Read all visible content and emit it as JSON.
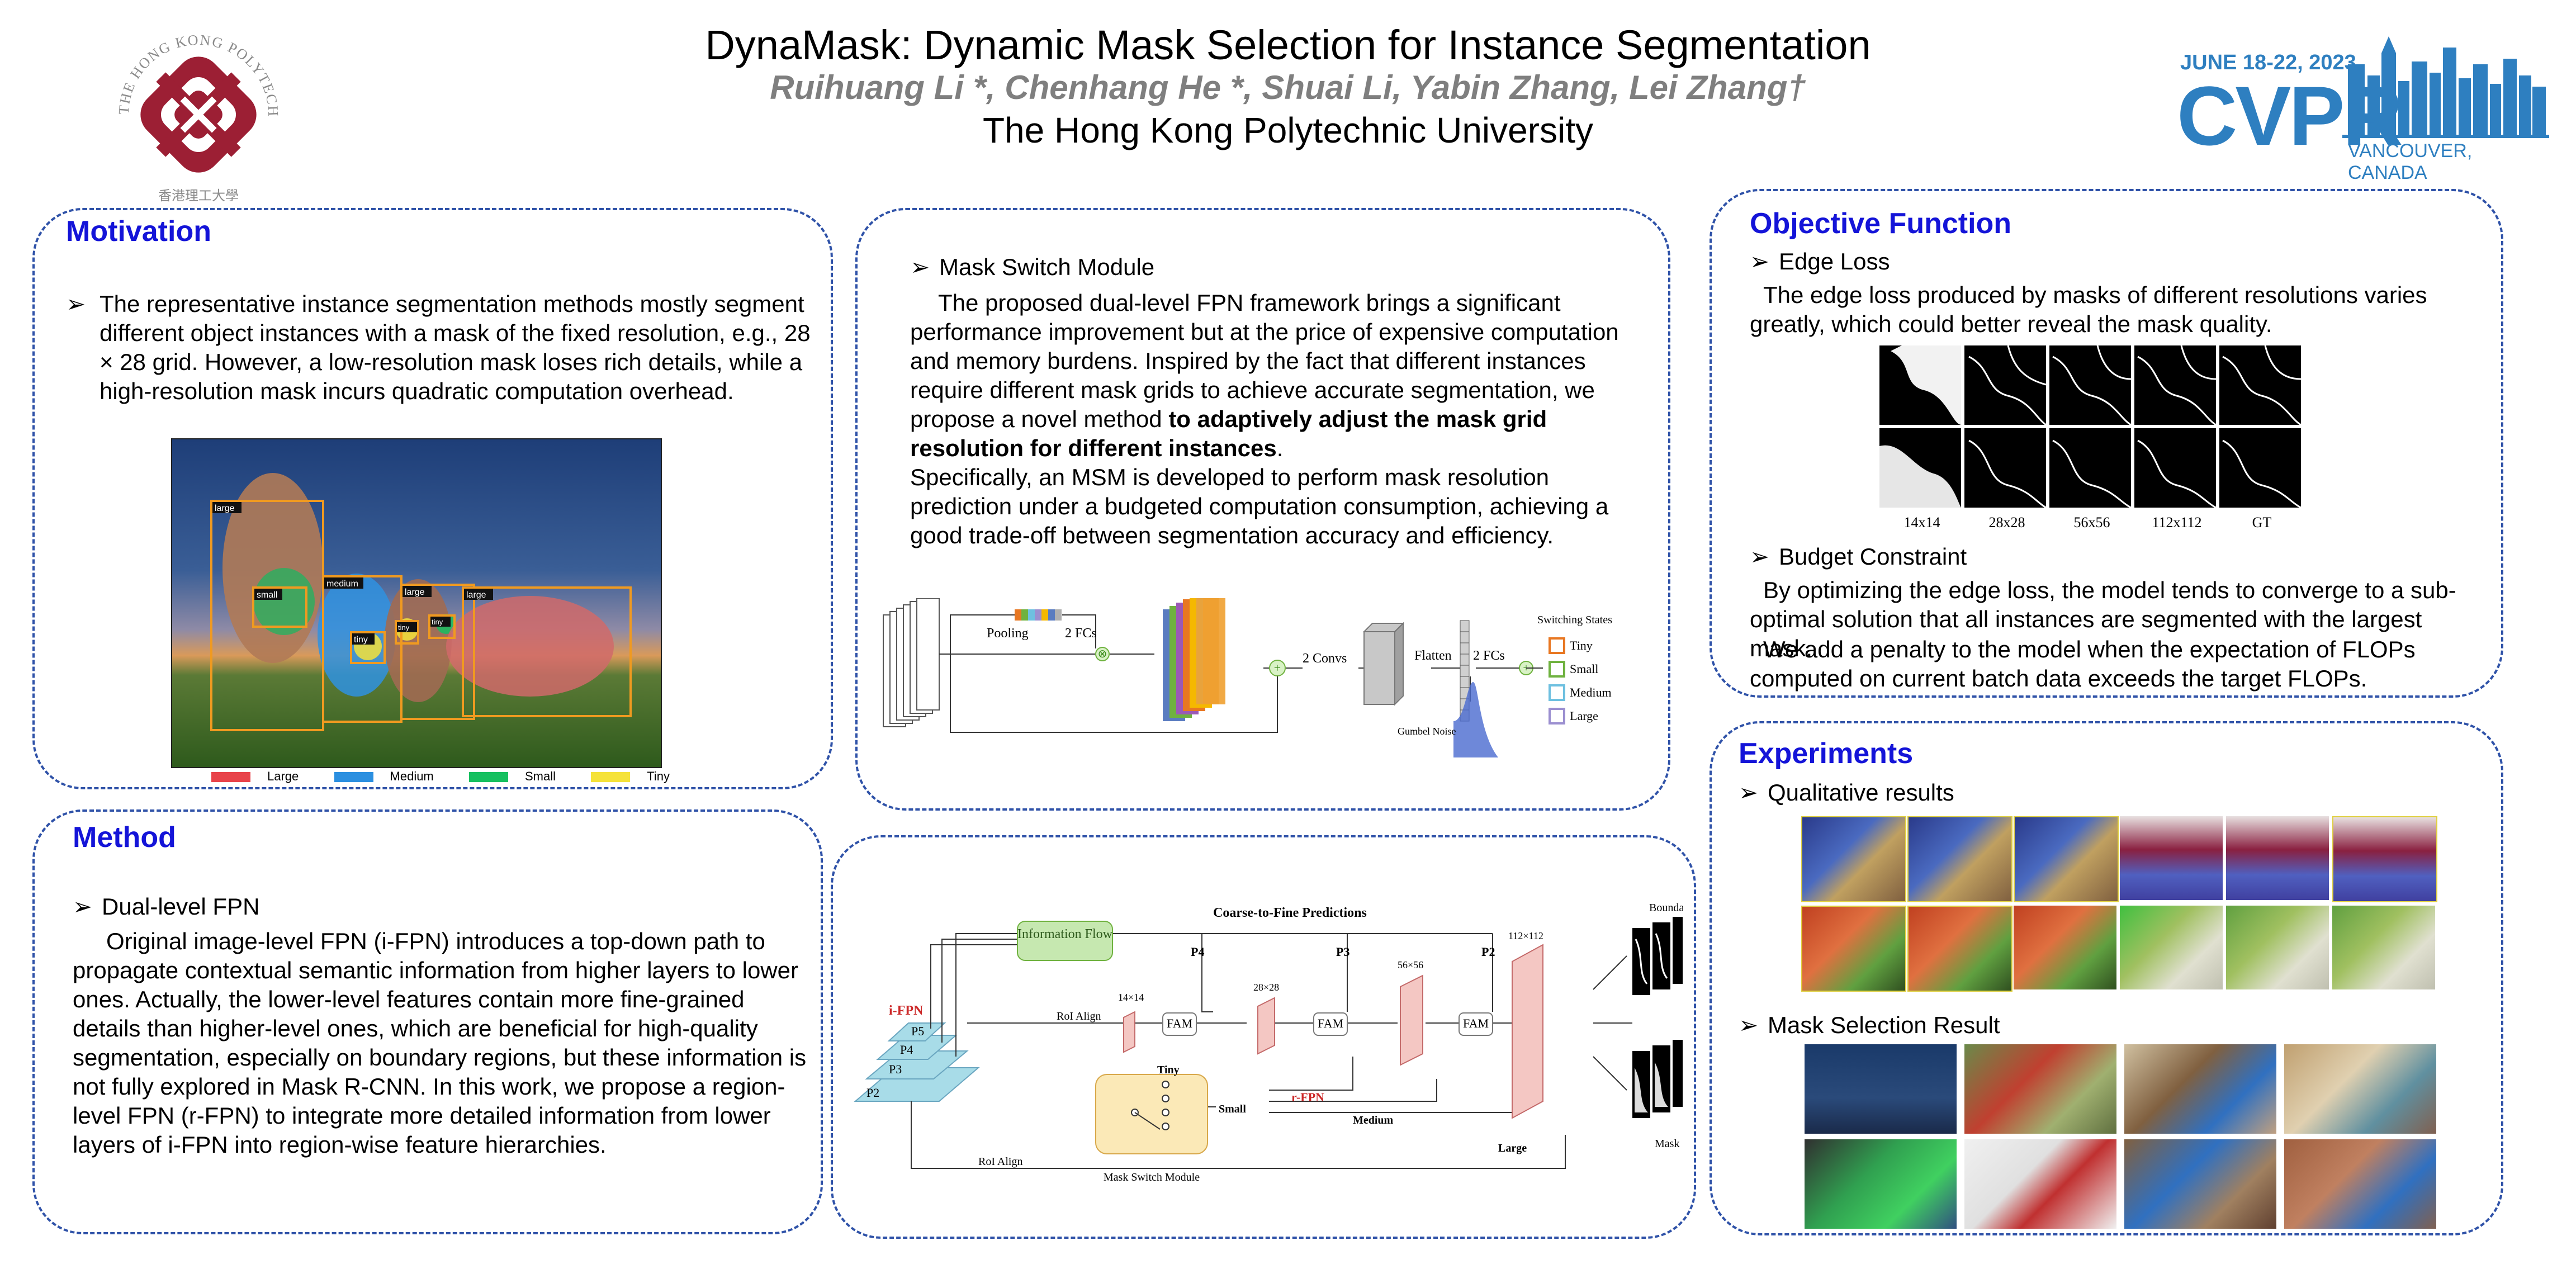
{
  "header": {
    "title": "DynaMask: Dynamic Mask Selection for Instance Segmentation",
    "authors": "Ruihuang Li *, Chenhang He *, Shuai Li, Yabin Zhang, Lei Zhang†",
    "affiliation": "The Hong Kong Polytechnic University",
    "logo_left_text": "THE HONG KONG POLYTECHNIC UNIVERSITY",
    "logo_left_chinese": "香港理工大學",
    "cvpr_dates": "JUNE 18-22, 2023",
    "cvpr_name": "CVPR",
    "cvpr_location": "VANCOUVER, CANADA"
  },
  "motivation": {
    "title": "Motivation",
    "bullet_arrow": "➢",
    "text": "The representative instance segmentation methods mostly segment different object instances with a mask of the fixed resolution, e.g., 28 × 28 grid. However, a low-resolution mask loses rich details, while a high-resolution mask incurs quadratic computation overhead.",
    "box_labels": [
      "large",
      "medium",
      "large",
      "large",
      "small",
      "tiny",
      "tiny",
      "tiny"
    ],
    "legend": [
      "Large",
      "Medium",
      "Small",
      "Tiny"
    ],
    "legend_colors": [
      "#e8434a",
      "#2b8fe0",
      "#16c060",
      "#f5e23a"
    ]
  },
  "mask_switch": {
    "heading": "Mask Switch Module",
    "para1_start": "The proposed dual-level FPN framework brings a significant performance improvement but at the price of expensive computation and memory burdens. Inspired by the fact that different instances require different mask grids to achieve accurate segmentation, we propose a novel method ",
    "para1_bold": "to adaptively adjust the mask grid resolution for different instances",
    "para1_end": ".",
    "para2": "Specifically, an MSM is developed to perform mask resolution prediction under a budgeted computation consumption, achieving a good trade-off between segmentation accuracy and efficiency.",
    "diagram": {
      "pooling": "Pooling",
      "two_fcs": "2 FCs",
      "two_convs": "2 Convs",
      "flatten": "Flatten",
      "two_fcs_b": "2 FCs",
      "gumbel": "Gumbel Noise",
      "switching_states": "Switching States",
      "states": [
        "Tiny",
        "Small",
        "Medium",
        "Large"
      ],
      "state_colors": [
        "#e87722",
        "#6fb23f",
        "#6ec0e0",
        "#9b8fd0"
      ]
    }
  },
  "objective": {
    "title": "Objective Function",
    "edge_heading": "Edge Loss",
    "edge_text": "The edge loss produced by masks of different resolutions varies greatly, which could better reveal the mask quality.",
    "mask_labels": [
      "14x14",
      "28x28",
      "56x56",
      "112x112",
      "GT"
    ],
    "budget_heading": "Budget Constraint",
    "budget_p1": "By optimizing the edge loss, the model tends to converge to a sub-optimal solution that all instances are segmented with the largest mask.",
    "budget_p2": "We add a penalty to the model when the expectation of FLOPs computed on current batch data exceeds the target FLOPs."
  },
  "method": {
    "title": "Method",
    "heading": "Dual-level FPN",
    "text": "Original image-level FPN (i-FPN) introduces a top-down path to propagate contextual semantic information from higher layers to lower ones. Actually, the lower-level features contain more fine-grained details than higher-level ones, which are beneficial for high-quality segmentation, especially on boundary regions, but these information is not fully explored in Mask R-CNN. In this work, we propose a region-level FPN (r-FPN) to integrate more detailed information from lower layers of i-FPN into region-wise feature hierarchies."
  },
  "architecture": {
    "info_flow": "Information Flow",
    "coarse_to_fine": "Coarse-to-Fine Predictions",
    "i_fpn": "i-FPN",
    "r_fpn": "r-FPN",
    "levels": [
      "P5",
      "P4",
      "P3",
      "P2"
    ],
    "tap_labels": [
      "P4",
      "P3",
      "P2"
    ],
    "roi_align": "RoI Align",
    "roi_align_2": "RoI Align",
    "sizes": [
      "14×14",
      "28×28",
      "56×56",
      "112×112"
    ],
    "fam": "FAM",
    "scales": [
      "Tiny",
      "Small",
      "Medium",
      "Large"
    ],
    "msm": "Mask Switch Module",
    "boundary": "Boundary",
    "mask": "Mask"
  },
  "experiments": {
    "title": "Experiments",
    "qual_heading": "Qualitative results",
    "mask_sel_heading": "Mask Selection Result"
  }
}
